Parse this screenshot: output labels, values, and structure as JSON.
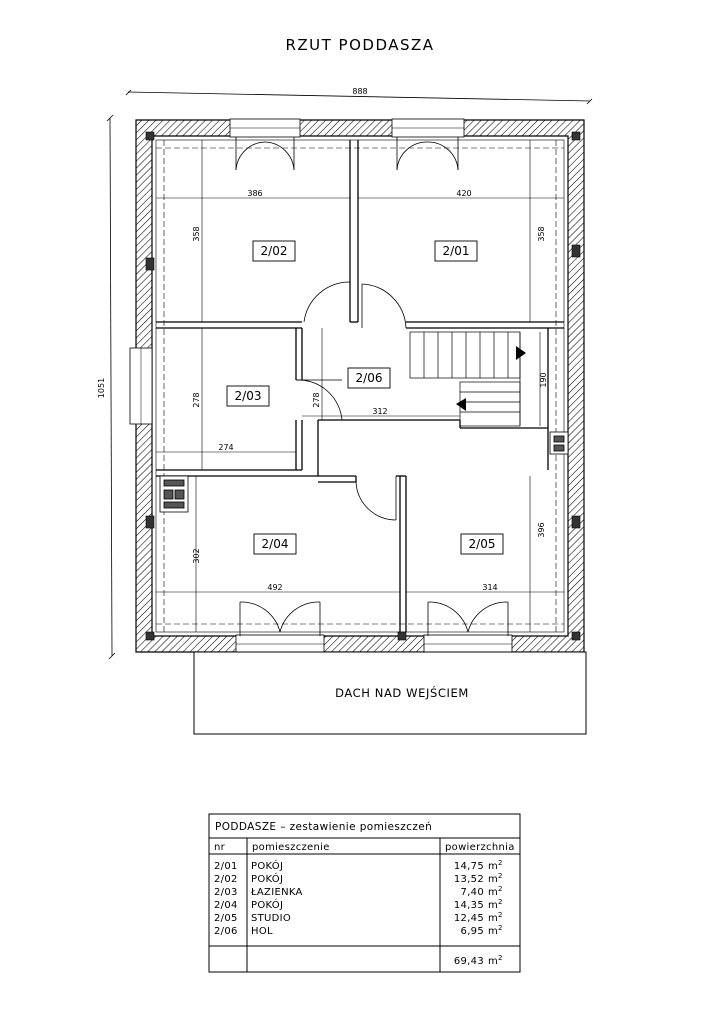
{
  "title": "RZUT PODDASZA",
  "dimensions": {
    "overall_width": "888",
    "overall_height": "1051",
    "room_2_02_width": "386",
    "room_2_02_height": "358",
    "room_2_01_width": "420",
    "room_2_01_height": "358",
    "room_2_03_height": "278",
    "room_2_03_width": "274",
    "hall_height": "278",
    "hall_width": "312",
    "stair_height": "190",
    "room_2_05_height": "396",
    "room_2_04_height": "302",
    "room_2_04_width": "492",
    "room_2_05_width": "314"
  },
  "rooms": {
    "r201": "2/01",
    "r202": "2/02",
    "r203": "2/03",
    "r204": "2/04",
    "r205": "2/05",
    "r206": "2/06"
  },
  "roof_label": "DACH NAD WEJŚCIEM",
  "table": {
    "title": "PODDASZE – zestawienie pomieszczeń",
    "col_nr": "nr",
    "col_name": "pomieszczenie",
    "col_area": "powierzchnia",
    "unit": "m",
    "unit_exp": "2",
    "rows": [
      {
        "nr": "2/01",
        "name": "POKÓJ",
        "area": "14,75"
      },
      {
        "nr": "2/02",
        "name": "POKÓJ",
        "area": "13,52"
      },
      {
        "nr": "2/03",
        "name": "ŁAZIENKA",
        "area": "7,40"
      },
      {
        "nr": "2/04",
        "name": "POKÓJ",
        "area": "14,35"
      },
      {
        "nr": "2/05",
        "name": "STUDIO",
        "area": "12,45"
      },
      {
        "nr": "2/06",
        "name": "HOL",
        "area": "6,95"
      }
    ],
    "total": "69,43"
  }
}
